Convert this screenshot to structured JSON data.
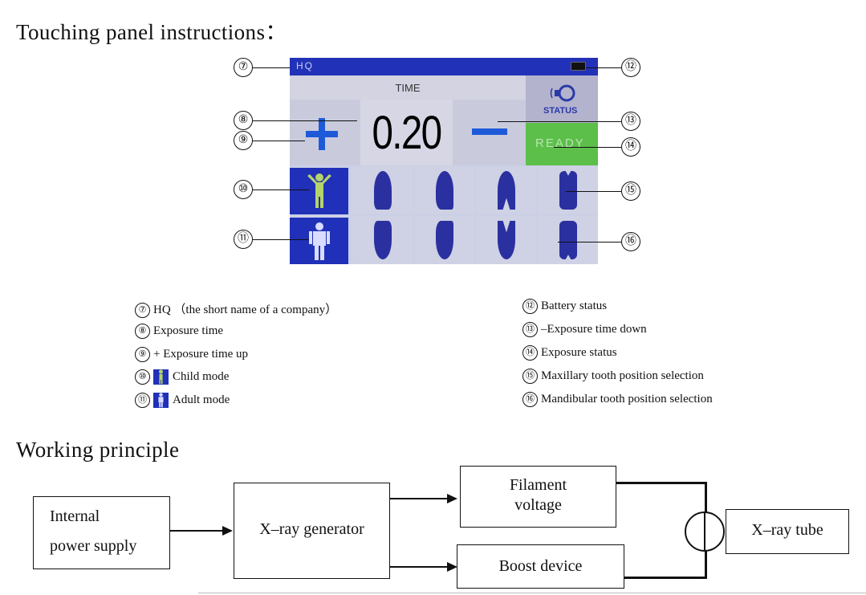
{
  "headings": {
    "panel": "Touching panel instructions：",
    "principle": "Working principle"
  },
  "panel": {
    "company": "HQ",
    "time_label": "TIME",
    "time_value": "0.20",
    "plus_symbol": "+",
    "minus_symbol": "—",
    "status_label": "STATUS",
    "ready_label": "READY",
    "colors": {
      "top_bar": "#2232b8",
      "ready": "#5cbf4a",
      "mode": "#2030b8",
      "tooth": "#2b30a0"
    },
    "icons": [
      "battery-icon",
      "status-speaker-icon",
      "child-icon",
      "adult-icon",
      "tooth-icon"
    ]
  },
  "callouts": {
    "c7": "⑦",
    "c8": "⑧",
    "c9": "⑨",
    "c10": "⑩",
    "c11": "⑪",
    "c12": "⑫",
    "c13": "⑬",
    "c14": "⑭",
    "c15": "⑮",
    "c16": "⑯"
  },
  "legend": {
    "left": [
      {
        "num": "⑦",
        "text": "HQ （the short name of a company）"
      },
      {
        "num": "⑧",
        "text": "Exposure time"
      },
      {
        "num": "⑨",
        "text": "+ Exposure time up"
      },
      {
        "num": "⑩",
        "text": "Child mode"
      },
      {
        "num": "⑪",
        "text": "Adult mode"
      }
    ],
    "right": [
      {
        "num": "⑫",
        "text": "Battery status"
      },
      {
        "num": "⑬",
        "text": "–Exposure time down"
      },
      {
        "num": "⑭",
        "text": "Exposure status"
      },
      {
        "num": "⑮",
        "text": "Maxillary tooth position selection"
      },
      {
        "num": "⑯",
        "text": "Mandibular tooth position selection"
      }
    ]
  },
  "diagram": {
    "power_line1": "Internal",
    "power_line2": "power  supply",
    "generator": "X–ray generator",
    "filament_line1": "Filament",
    "filament_line2": "voltage",
    "boost": "Boost  device",
    "tube": "X–ray  tube"
  }
}
